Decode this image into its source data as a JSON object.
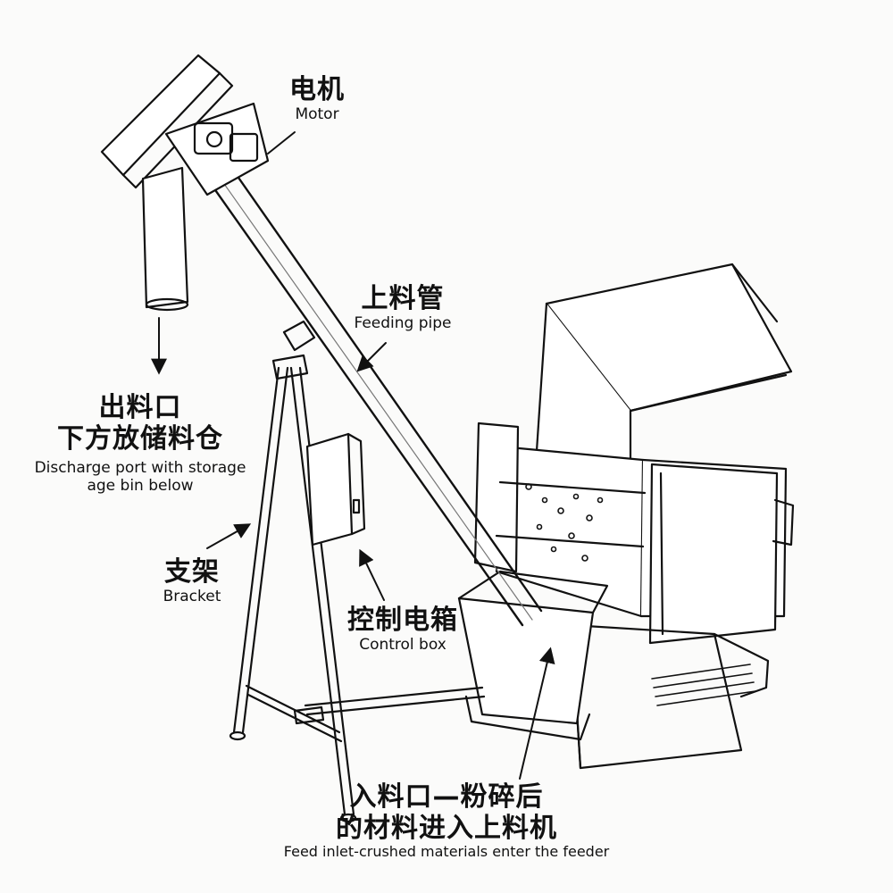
{
  "labels": {
    "motor": {
      "zh": "电机",
      "en": "Motor"
    },
    "feeding_pipe": {
      "zh": "上料管",
      "en": "Feeding pipe"
    },
    "discharge": {
      "zh_line1": "出料口",
      "zh_line2": "下方放储料仓",
      "en_line1": "Discharge port with storage",
      "en_line2": "age bin below"
    },
    "bracket": {
      "zh": "支架",
      "en": "Bracket"
    },
    "control_box": {
      "zh": "控制电箱",
      "en": "Control box"
    },
    "feed_inlet": {
      "zh_line1": "入料口—粉碎后",
      "zh_line2": "的材料进入上料机",
      "en": "Feed inlet-crushed materials enter the feeder"
    }
  },
  "colors": {
    "ink": "#111111",
    "paper": "#fbfbfa",
    "shade": "#d9d9d6"
  }
}
